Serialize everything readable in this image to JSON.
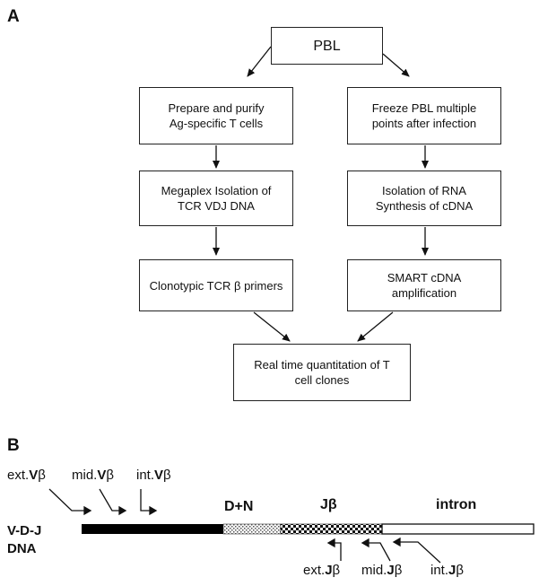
{
  "panel_a": {
    "letter": "A",
    "boxes": {
      "pbl": "PBL",
      "left1": "Prepare and purify\nAg-specific T cells",
      "right1": "Freeze PBL multiple\npoints after infection",
      "left2": "Megaplex Isolation of\nTCR VDJ DNA",
      "right2": "Isolation of RNA\nSynthesis of cDNA",
      "left3": "Clonotypic TCR β primers",
      "right3": "SMART cDNA\namplification",
      "final": "Real time quantitation of T\ncell clones"
    }
  },
  "panel_b": {
    "letter": "B",
    "dna_label_line1": "V-D-J",
    "dna_label_line2": "DNA",
    "segments": {
      "dn": "D+N",
      "jb": "Jβ",
      "intron": "intron"
    },
    "forward_primers": {
      "ext": {
        "prefix": "ext.",
        "gene": "V",
        "suffix": "β"
      },
      "mid": {
        "prefix": "mid.",
        "gene": "V",
        "suffix": "β"
      },
      "int": {
        "prefix": "int.",
        "gene": "V",
        "suffix": "β"
      }
    },
    "reverse_primers": {
      "ext": {
        "prefix": "ext.",
        "gene": "J",
        "suffix": "β"
      },
      "mid": {
        "prefix": "mid.",
        "gene": "J",
        "suffix": "β"
      },
      "int": {
        "prefix": "int.",
        "gene": "J",
        "suffix": "β"
      }
    }
  }
}
